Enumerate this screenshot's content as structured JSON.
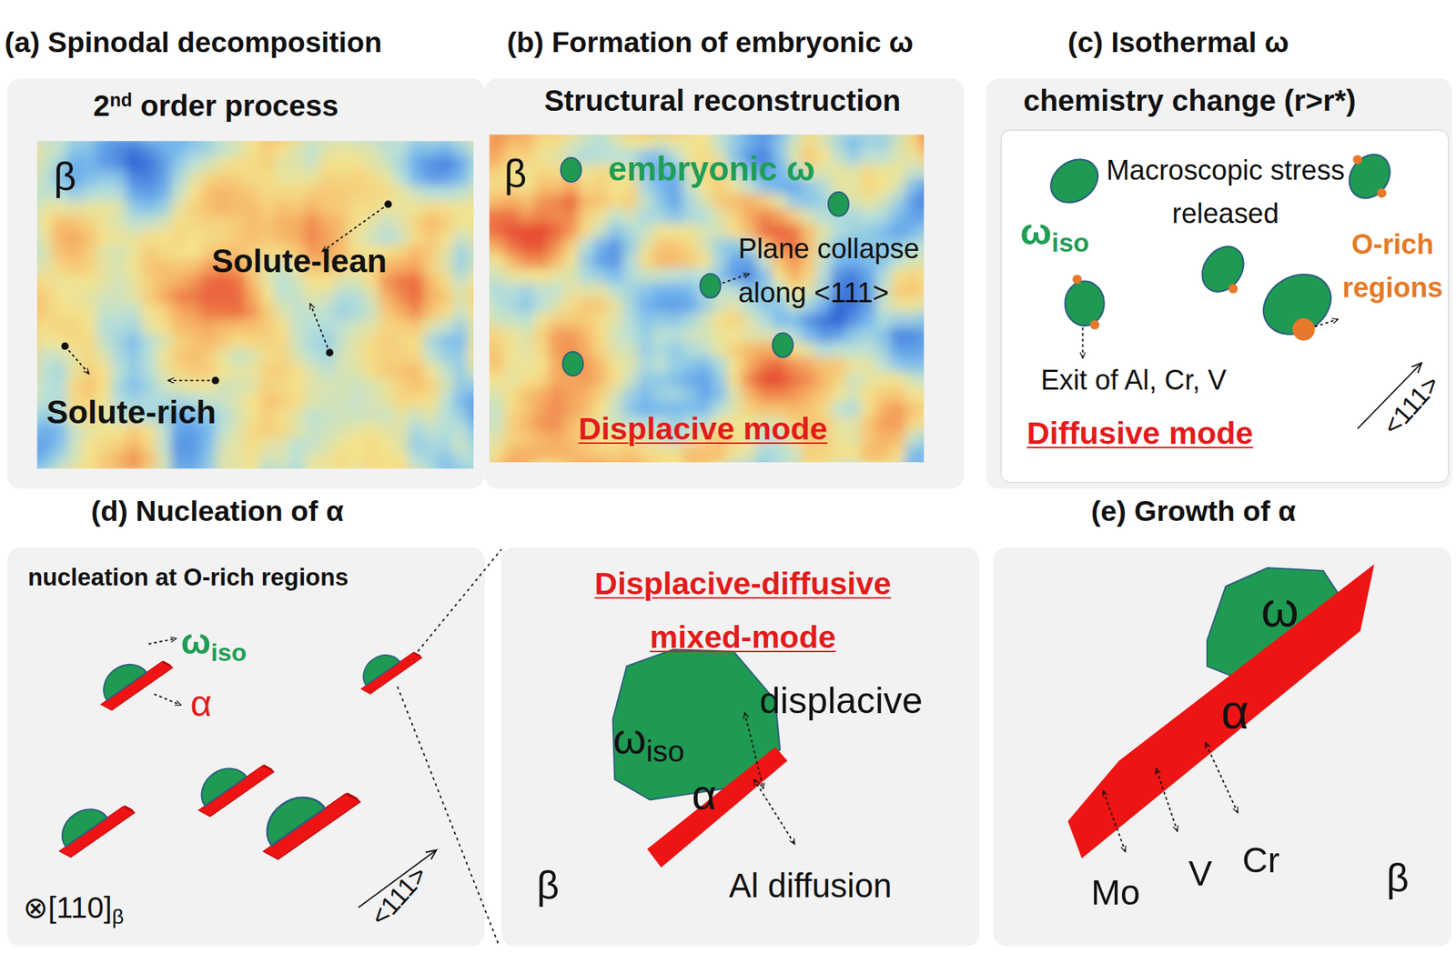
{
  "diagram": {
    "nodes": [
      {
        "text": [
          "(a) Spinodal decomposition",
          "2nd order process"
        ]
      },
      {
        "text": [
          "β",
          "Solute-lean",
          "Solute-rich"
        ],
        "in": 0
      },
      {
        "text": [
          "(b) Formation of embryonic ω",
          "Structural reconstruction"
        ]
      },
      {
        "text": [
          "β",
          "embryonic ω",
          "Plane collapse along <111>",
          "Displacive mode"
        ],
        "in": 2
      },
      {
        "text": [
          "(c) Isothermal ω",
          "chemistry change (r>r*)"
        ]
      },
      {
        "text": [
          "Macroscopic stress released",
          "ωiso",
          "O-rich regions",
          "Exit of Al, Cr, V",
          "Diffusive mode",
          "<111>"
        ],
        "in": 4
      },
      {
        "text": [
          "(d) Nucleation of α",
          "nucleation at O-rich regions",
          "ωiso",
          "α",
          "⊗[110]β",
          "<111>"
        ]
      },
      {
        "text": [
          "Displacive-diffusive mixed-mode",
          "displacive",
          "ωiso",
          "α",
          "β",
          "Al diffusion"
        ]
      },
      {
        "text": [
          "(e) Growth of α",
          "ω",
          "α",
          "Mo",
          "V",
          "Cr",
          "β"
        ]
      }
    ]
  }
}
